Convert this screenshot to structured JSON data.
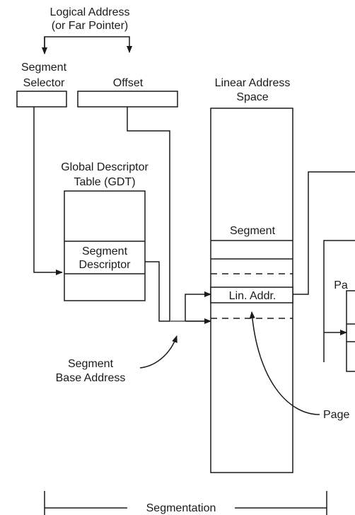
{
  "labels": {
    "logical_address": "Logical Address",
    "far_pointer": "(or Far Pointer)",
    "segment_selector_1": "Segment",
    "segment_selector_2": "Selector",
    "offset": "Offset",
    "linear_space_1": "Linear Address",
    "linear_space_2": "Space",
    "gdt_1": "Global Descriptor",
    "gdt_2": "Table (GDT)",
    "descriptor_1": "Segment",
    "descriptor_2": "Descriptor",
    "segment": "Segment",
    "lin_addr": "Lin. Addr.",
    "base_1": "Segment",
    "base_2": "Base Address",
    "page_partial": "Page",
    "pa_partial": "Pa",
    "segmentation": "Segmentation"
  }
}
